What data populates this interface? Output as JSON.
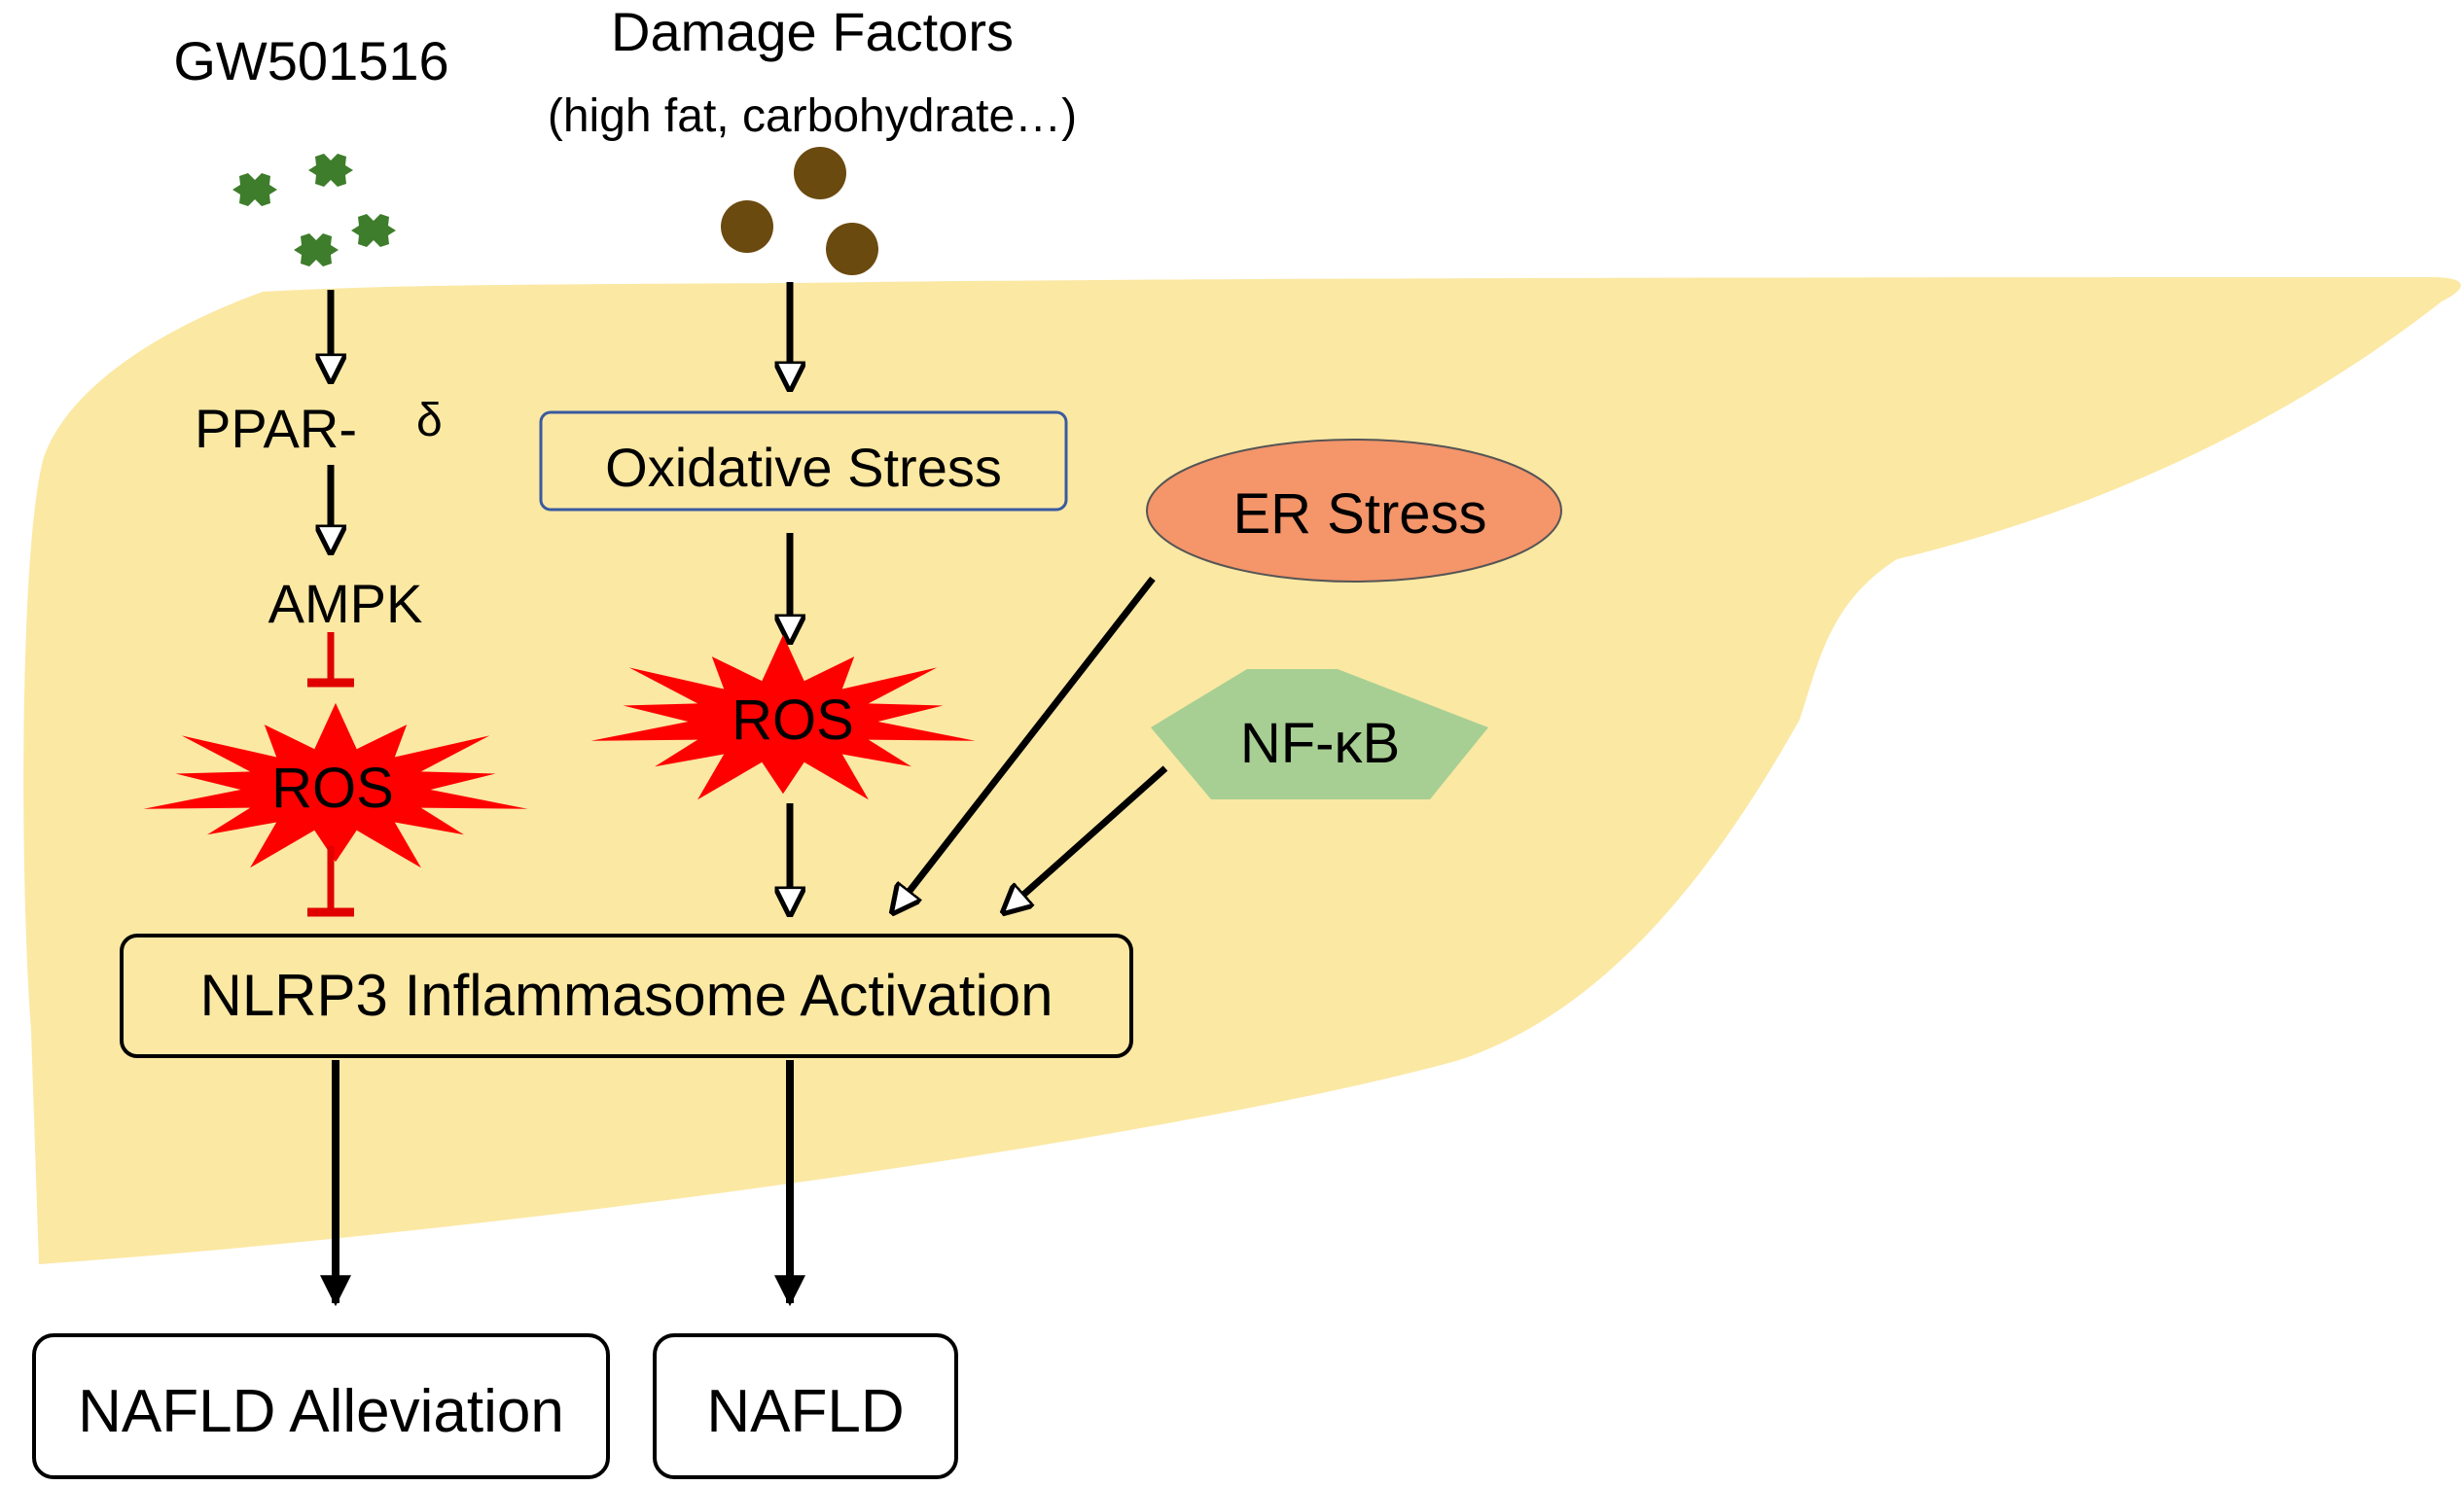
{
  "labels": {
    "drug": "GW501516",
    "damage_title": "Damage Factors",
    "damage_sub": "(high fat, carbohydrate…)",
    "ppar": "PPAR-",
    "ppar_delta": "δ",
    "ampk": "AMPK",
    "ros_left": "ROS",
    "oxidative": "Oxidative Stress",
    "ros_mid": "ROS",
    "er": "ER Stress",
    "nfkb": "NF-κB",
    "nlrp3": "NLRP3 Inflammasome Activation",
    "alleviation": "NAFLD Alleviation",
    "nafld": "NAFLD"
  },
  "colors": {
    "liver": "#fbe8a3",
    "drug_star": "#3e7d2b",
    "damage_dot": "#6b4a10",
    "ros_burst": "#ff0000",
    "inhibit": "#e00000",
    "er_fill": "#f4956a",
    "nfkb_fill": "#a7cf93",
    "oxidative_border": "#3a5aa0"
  }
}
